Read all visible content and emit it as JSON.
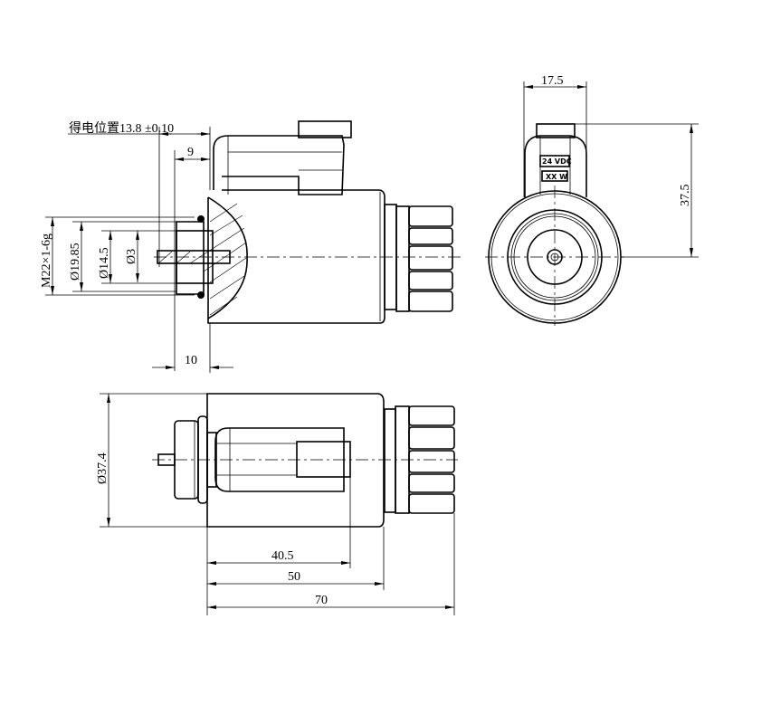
{
  "drawing": {
    "front_view": {
      "energized_position_label": "得电位置13.8 ±0.10",
      "dim_9": "9",
      "dim_10": "10",
      "thread_label": "M22×1-6g",
      "dia_19_85": "Ø19.85",
      "dia_14_5": "Ø14.5",
      "dia_3": "Ø3"
    },
    "side_view": {
      "dim_width": "17.5",
      "dim_height": "37.5",
      "voltage_label": "24 VDC",
      "power_label": "XX W"
    },
    "top_view": {
      "dia_37_4": "Ø37.4",
      "dim_40_5": "40.5",
      "dim_50": "50",
      "dim_70": "70"
    }
  }
}
